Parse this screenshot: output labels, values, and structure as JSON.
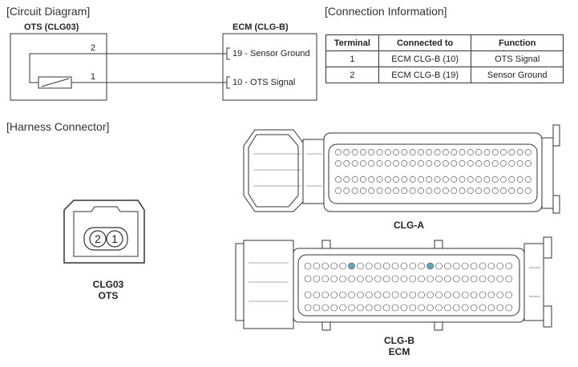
{
  "circuit": {
    "section_title": "[Circuit Diagram]",
    "ots_label": "OTS (CLG03)",
    "ecm_label": "ECM (CLG-B)",
    "wire_upper_pin": "2",
    "wire_lower_pin": "1",
    "ecm_pin_upper": "19 - Sensor Ground",
    "ecm_pin_lower": "10 - OTS Signal"
  },
  "connection": {
    "section_title": "[Connection Information]",
    "headers": [
      "Terminal",
      "Connected to",
      "Function"
    ],
    "rows": [
      [
        "1",
        "ECM CLG-B (10)",
        "OTS Signal"
      ],
      [
        "2",
        "ECM CLG-B (19)",
        "Sensor Ground"
      ]
    ]
  },
  "harness": {
    "section_title": "[Harness Connector]",
    "ots_connector": {
      "pin_left": "2",
      "pin_right": "1",
      "name": "CLG03",
      "sub": "OTS"
    },
    "clg_a": {
      "name": "CLG-A"
    },
    "clg_b": {
      "name": "CLG-B",
      "sub": "ECM",
      "highlight_pins": [
        10,
        19
      ],
      "highlight_color": "#5fa8b8"
    }
  },
  "colors": {
    "line": "#333333",
    "text": "#222222"
  }
}
